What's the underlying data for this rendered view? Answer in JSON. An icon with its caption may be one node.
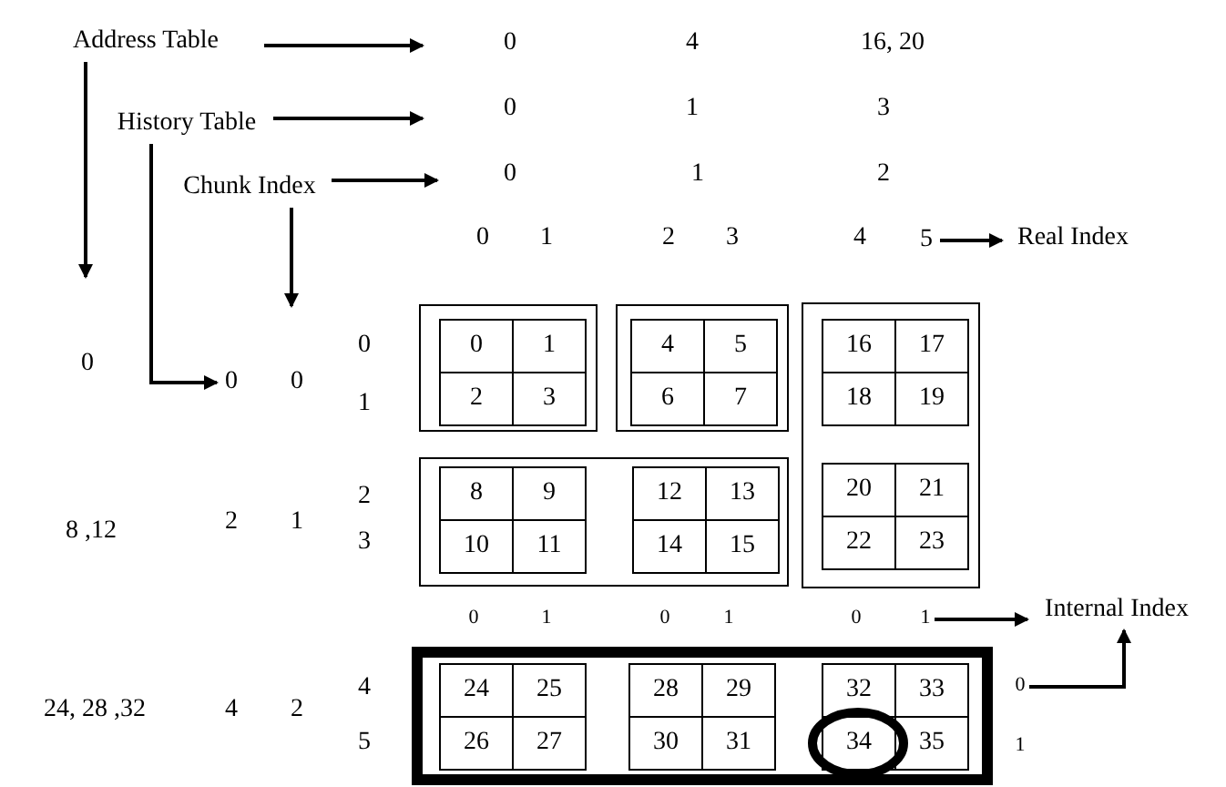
{
  "diagram": {
    "nodes": [
      {
        "text": [
          "Address Table"
        ]
      },
      {
        "text": [
          "History Table"
        ]
      },
      {
        "text": [
          "Chunk Index"
        ]
      },
      {
        "text": [
          "Real Index"
        ]
      },
      {
        "text": [],
        "shape": "box"
      },
      {
        "text": [
          "0"
        ],
        "in": 4
      },
      {
        "text": [
          "1"
        ],
        "in": 4
      },
      {
        "text": [
          "2"
        ],
        "in": 4
      },
      {
        "text": [
          "3"
        ],
        "in": 4
      },
      {
        "text": [],
        "shape": "box"
      },
      {
        "text": [
          "4"
        ],
        "in": 9
      },
      {
        "text": [
          "5"
        ],
        "in": 9
      },
      {
        "text": [
          "6"
        ],
        "in": 9
      },
      {
        "text": [
          "7"
        ],
        "in": 9
      },
      {
        "text": [],
        "shape": "box"
      },
      {
        "text": [
          "16"
        ],
        "in": 14
      },
      {
        "text": [
          "17"
        ],
        "in": 14
      },
      {
        "text": [
          "18"
        ],
        "in": 14
      },
      {
        "text": [
          "19"
        ],
        "in": 14
      },
      {
        "text": [
          "20"
        ],
        "in": 14
      },
      {
        "text": [
          "21"
        ],
        "in": 14
      },
      {
        "text": [
          "22"
        ],
        "in": 14
      },
      {
        "text": [
          "23"
        ],
        "in": 14
      },
      {
        "text": [],
        "shape": "box"
      },
      {
        "text": [
          "8"
        ],
        "in": 23
      },
      {
        "text": [
          "9"
        ],
        "in": 23
      },
      {
        "text": [
          "10"
        ],
        "in": 23
      },
      {
        "text": [
          "11"
        ],
        "in": 23
      },
      {
        "text": [
          "12"
        ],
        "in": 23
      },
      {
        "text": [
          "13"
        ],
        "in": 23
      },
      {
        "text": [
          "14"
        ],
        "in": 23
      },
      {
        "text": [
          "15"
        ],
        "in": 23
      },
      {
        "text": [
          "Internal Index"
        ]
      },
      {
        "text": [],
        "shape": "box"
      },
      {
        "text": [
          "24"
        ],
        "in": 33
      },
      {
        "text": [
          "25"
        ],
        "in": 33
      },
      {
        "text": [
          "26"
        ],
        "in": 33
      },
      {
        "text": [
          "27"
        ],
        "in": 33
      },
      {
        "text": [
          "28"
        ],
        "in": 33
      },
      {
        "text": [
          "29"
        ],
        "in": 33
      },
      {
        "text": [
          "30"
        ],
        "in": 33
      },
      {
        "text": [
          "31"
        ],
        "in": 33
      },
      {
        "text": [
          "32"
        ],
        "in": 33
      },
      {
        "text": [
          "33"
        ],
        "in": 33
      },
      {
        "text": [
          "34"
        ],
        "in": 33
      },
      {
        "text": [
          "35"
        ],
        "in": 33
      },
      {
        "text": [
          "0"
        ]
      },
      {
        "text": [
          "5"
        ]
      },
      {
        "text": [
          "1"
        ]
      },
      {
        "text": [
          "0"
        ]
      }
    ],
    "edges": [
      {
        "from": 0,
        "to": null,
        "arrow": "to"
      },
      {
        "from": 0,
        "to": null,
        "arrow": "to"
      },
      {
        "from": 1,
        "to": null,
        "arrow": "to"
      },
      {
        "from": 2,
        "to": null,
        "arrow": "to"
      },
      {
        "from": 1,
        "to": 46,
        "arrow": "to"
      },
      {
        "from": 2,
        "to": null,
        "arrow": "to"
      },
      {
        "from": 47,
        "to": 3,
        "arrow": "to"
      },
      {
        "from": 48,
        "to": 32,
        "arrow": "to"
      },
      {
        "from": 49,
        "to": 32,
        "arrow": "to"
      }
    ],
    "labels": [
      "0",
      "4",
      "16, 20",
      "0",
      "1",
      "3",
      "0",
      "1",
      "2",
      "0",
      "1",
      "2",
      "3",
      "4",
      "0",
      "0",
      "0",
      "1",
      "2",
      "8 ,12",
      "2",
      "1",
      "3",
      "0",
      "1",
      "0",
      "1",
      "0",
      "4",
      "24, 28 ,32",
      "4",
      "2",
      "5",
      "1"
    ]
  }
}
